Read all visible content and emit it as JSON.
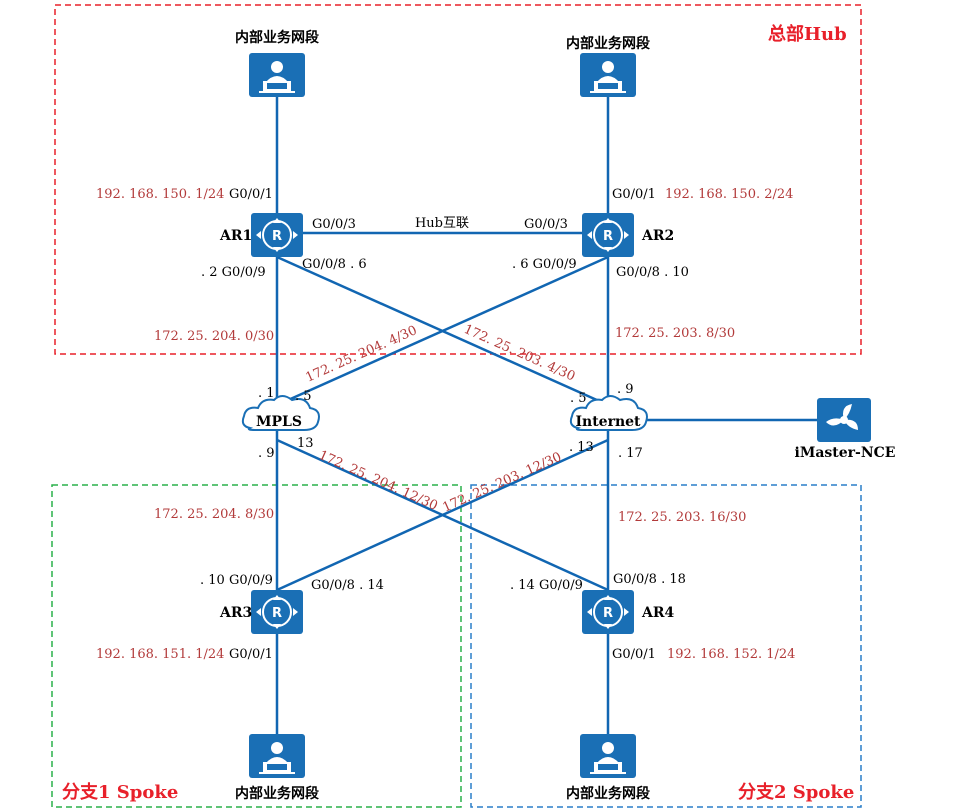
{
  "zones": {
    "hub": {
      "label": "总部Hub",
      "color": "#e8202a"
    },
    "spoke1": {
      "label": "分支1 Spoke",
      "color": "#2ab04a"
    },
    "spoke2": {
      "label": "分支2 Spoke",
      "color": "#2a7ec8"
    }
  },
  "segments": {
    "hub_left": "内部业务网段",
    "hub_right": "内部业务网段",
    "spoke1": "内部业务网段",
    "spoke2": "内部业务网段"
  },
  "routers": {
    "ar1": "AR1",
    "ar2": "AR2",
    "ar3": "AR3",
    "ar4": "AR4"
  },
  "clouds": {
    "mpls": "MPLS",
    "internet": "Internet"
  },
  "controller": {
    "label": "iMaster-NCE"
  },
  "link_labels": {
    "hub_interconnect": "Hub互联"
  },
  "ports": {
    "ar1_g001": "G0/0/1",
    "ar1_g003": "G0/0/3",
    "ar1_g009": ". 2 G0/0/9",
    "ar1_g008": "G0/0/8 . 6",
    "ar2_g001": "G0/0/1",
    "ar2_g003": "G0/0/3",
    "ar2_g009": ". 6 G0/0/9",
    "ar2_g008": "G0/0/8 . 10",
    "ar3_g009": ". 10 G0/0/9",
    "ar3_g008": "G0/0/8 . 14",
    "ar3_g001": "G0/0/1",
    "ar4_g009": ". 14 G0/0/9",
    "ar4_g008": "G0/0/8 . 18",
    "ar4_g001": "G0/0/1"
  },
  "host_ips": {
    "ar1": "192. 168. 150. 1/24",
    "ar2": "192. 168. 150. 2/24",
    "ar3": "192. 168. 151. 1/24",
    "ar4": "192. 168. 152. 1/24"
  },
  "subnets": {
    "ar1_mpls": "172. 25. 204. 0/30",
    "ar2_mpls": "172. 25. 204. 4/30",
    "ar1_inet": "172. 25. 203. 4/30",
    "ar2_inet": "172. 25. 203. 8/30",
    "ar3_mpls": "172. 25. 204. 8/30",
    "ar4_mpls": "172. 25. 204. 12/30",
    "ar3_inet": "172. 25. 203. 12/30",
    "ar4_inet": "172. 25. 203. 16/30"
  },
  "cloud_ports": {
    "mpls_1": ". 1",
    "mpls_5": ". 5",
    "mpls_9": ". 9",
    "mpls_13": "13",
    "inet_9": ". 9",
    "inet_5": ". 5",
    "inet_13": ". 13",
    "inet_17": ". 17"
  },
  "colors": {
    "icon": "#1a6fb5",
    "link": "#1166b2",
    "ip_text": "#b23a3a"
  }
}
